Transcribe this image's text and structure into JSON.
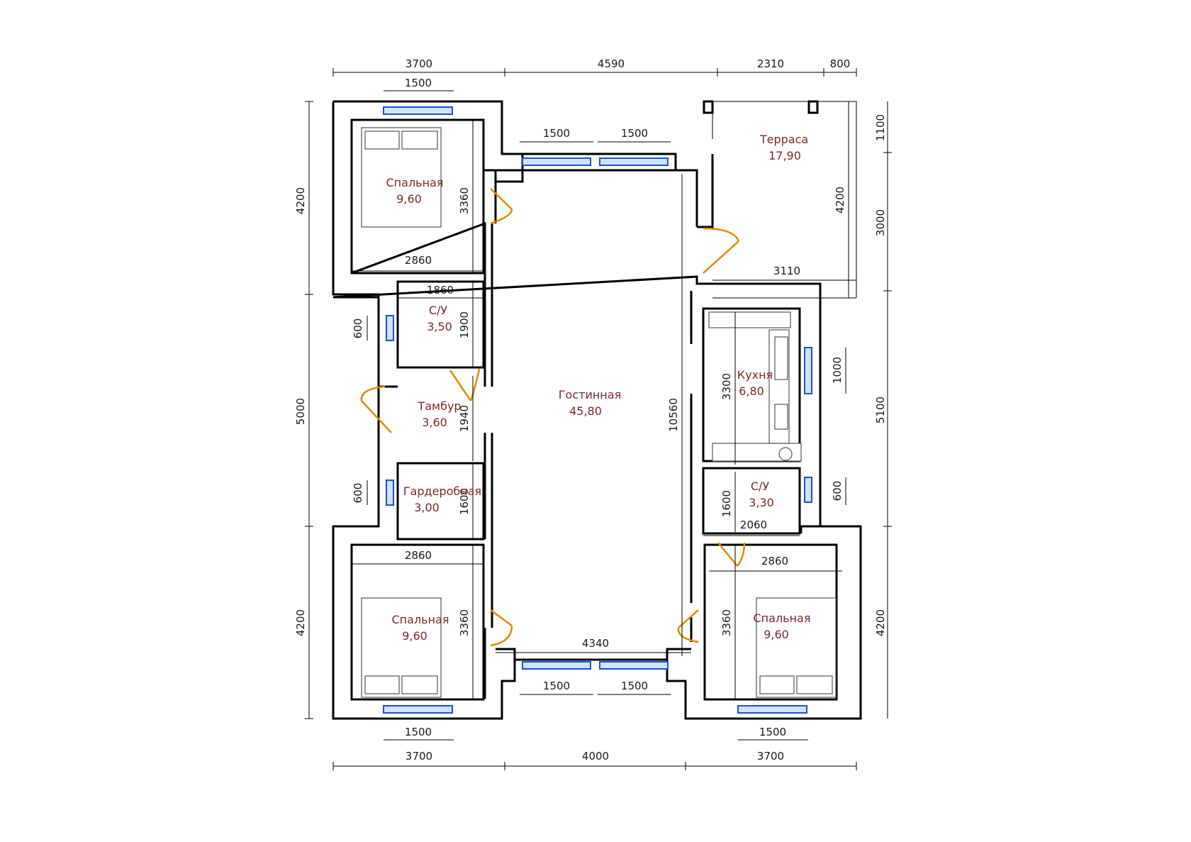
{
  "colors": {
    "wall": "#000000",
    "room_label": "#7a2a2a",
    "window": "#1f4fd6",
    "door": "#e08a00"
  },
  "rooms": {
    "bedroom_tl": {
      "name": "Спальная",
      "area": "9,60"
    },
    "bath_left": {
      "name": "С/У",
      "area": "3,50"
    },
    "vestibule": {
      "name": "Тамбур",
      "area": "3,60"
    },
    "wardrobe": {
      "name": "Гардеробная",
      "area": "3,00"
    },
    "bedroom_bl": {
      "name": "Спальная",
      "area": "9,60"
    },
    "living": {
      "name": "Гостинная",
      "area": "45,80"
    },
    "terrace": {
      "name": "Терраса",
      "area": "17,90"
    },
    "kitchen": {
      "name": "Кухня",
      "area": "6,80"
    },
    "bath_right": {
      "name": "С/У",
      "area": "3,30"
    },
    "bedroom_br": {
      "name": "Спальная",
      "area": "9,60"
    }
  },
  "dims": {
    "top_3700": "3700",
    "top_4590": "4590",
    "top_2310": "2310",
    "top_800": "800",
    "top_win_1500": "1500",
    "liv_win_a": "1500",
    "liv_win_b": "1500",
    "bot_win_a": "1500",
    "bot_win_b": "1500",
    "bot_bed_win_l": "1500",
    "bot_bed_win_r": "1500",
    "bot_3700_l": "3700",
    "bot_4000": "4000",
    "bot_3700_r": "3700",
    "left_4200_top": "4200",
    "left_5000": "5000",
    "left_4200_bot": "4200",
    "right_1100": "1100",
    "right_3000": "3000",
    "right_5100": "5100",
    "right_4200": "4200",
    "bed_tl_w": "2860",
    "bed_tl_h": "3360",
    "bath_l_w": "1860",
    "bath_l_h": "1900",
    "win_600_a": "600",
    "vest_h": "1940",
    "wardrobe_h": "1600",
    "win_600_b": "600",
    "bed_bl_w": "2860",
    "bed_bl_h": "3360",
    "living_h": "10560",
    "living_w": "4340",
    "terrace_h": "4200",
    "terrace_w": "3110",
    "kitchen_h": "3300",
    "kitchen_win": "1000",
    "bath_r_h": "1600",
    "bath_r_w": "2060",
    "win_600_c": "600",
    "bed_br_w": "2860",
    "bed_br_h": "3360"
  }
}
